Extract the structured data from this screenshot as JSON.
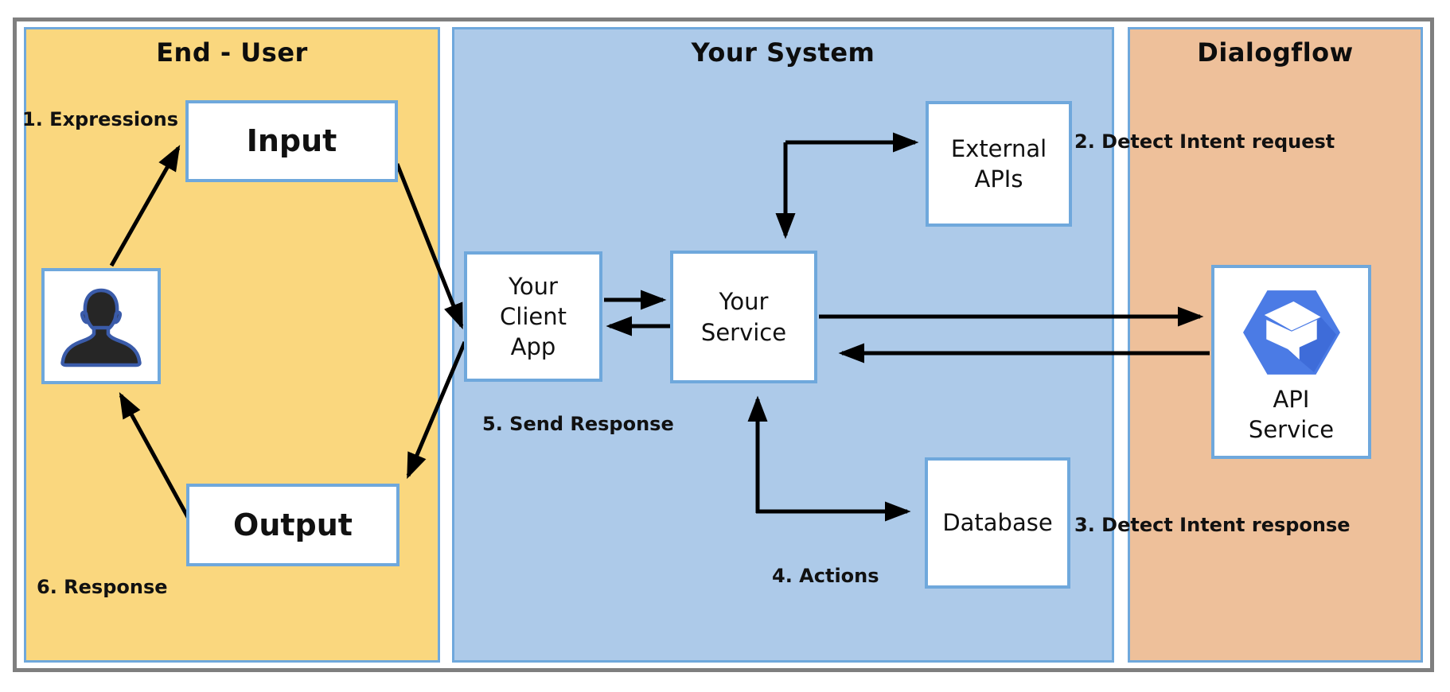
{
  "panels": {
    "end_user": {
      "title": "End - User",
      "bg": "#FAD77E"
    },
    "your_system": {
      "title": "Your System",
      "bg": "#ADCAE9"
    },
    "dialogflow": {
      "title": "Dialogflow",
      "bg": "#EEC09A"
    }
  },
  "nodes": {
    "input": {
      "label": "Input"
    },
    "end_user_avatar": {
      "icon": "person-icon"
    },
    "output": {
      "label": "Output"
    },
    "client_app": {
      "label": "Your\nClient\nApp"
    },
    "service": {
      "label": "Your\nService"
    },
    "external_apis": {
      "label": "External\nAPIs"
    },
    "database": {
      "label": "Database"
    },
    "api_service": {
      "label": "API\nService",
      "icon": "dialogflow-icon"
    }
  },
  "flow_labels": {
    "step1": "1. Expressions",
    "step2": "2. Detect Intent request",
    "step3": "3. Detect Intent response",
    "step4": "4. Actions",
    "step5": "5. Send Response",
    "step6": "6. Response"
  },
  "colors": {
    "panel_end_user_bg": "#FAD77E",
    "panel_your_system_bg": "#ADCAE9",
    "panel_dialogflow_bg": "#EEC09A",
    "panel_border": "#6FA8DC",
    "node_border": "#6FA8DC",
    "arrow": "#000000",
    "outer_frame_border": "#7F7F7F",
    "dialogflow_logo_blue": "#4B7BE5",
    "dialogflow_logo_shadow": "#3560CF",
    "avatar_silhouette": "#262626",
    "avatar_outline": "#3A5BA9"
  }
}
